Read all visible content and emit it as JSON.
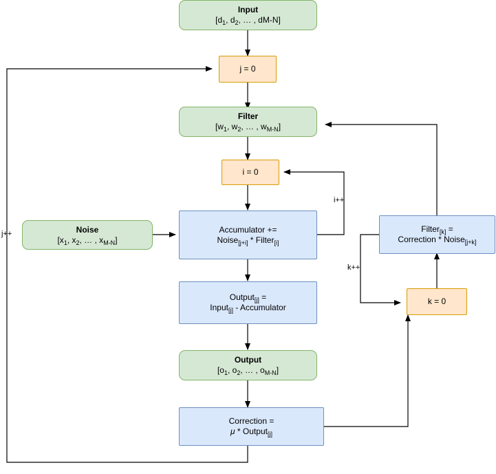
{
  "diagram": {
    "title": "LMS adaptive noise cancellation flowchart",
    "colors": {
      "green_fill": "#d5e8d4",
      "green_stroke": "#82b366",
      "orange_fill": "#ffe6cc",
      "orange_stroke": "#d79b00",
      "blue_fill": "#dae8fc",
      "blue_stroke": "#6c8ebf",
      "edge_stroke": "#000000",
      "background": "#ffffff"
    },
    "nodes": [
      {
        "id": "input",
        "shape": "rounded",
        "color": "green",
        "title": "Input",
        "lines": [
          "[d",
          "1",
          ", d",
          "2",
          ", … , dM-N]"
        ],
        "text_html": "<span class=\"ln ttl\">Input</span><span class=\"ln\">[d<sub>1</sub>, d<sub>2</sub>, … , dM-N]</span>"
      },
      {
        "id": "j-init",
        "shape": "rect",
        "color": "orange",
        "text_html": "<span class=\"ln\">j = 0</span>"
      },
      {
        "id": "filter",
        "shape": "rounded",
        "color": "green",
        "text_html": "<span class=\"ln ttl\">Filter</span><span class=\"ln\">[w<sub>1</sub>, w<sub>2</sub>, … , w<sub>M-N</sub>]</span>"
      },
      {
        "id": "i-init",
        "shape": "rect",
        "color": "orange",
        "text_html": "<span class=\"ln\">i = 0</span>"
      },
      {
        "id": "noise",
        "shape": "rounded",
        "color": "green",
        "text_html": "<span class=\"ln ttl\">Noise</span><span class=\"ln\">[x<sub>1</sub>, x<sub>2</sub>, … , x<sub>M-N</sub>]</span>"
      },
      {
        "id": "accumulator",
        "shape": "rect",
        "color": "blue",
        "text_html": "<span class=\"ln\">Accumulator +=</span><span class=\"ln\">Noise<sub>[j+i]</sub> * Filter<sub>[i]</sub></span>"
      },
      {
        "id": "output-calc",
        "shape": "rect",
        "color": "blue",
        "text_html": "<span class=\"ln\">Output<sub>[j]</sub> =</span><span class=\"ln\">Input<sub>[j]</sub> - Accumulator</span>"
      },
      {
        "id": "output",
        "shape": "rounded",
        "color": "green",
        "text_html": "<span class=\"ln ttl\">Output</span><span class=\"ln\">[o<sub>1</sub>, o<sub>2</sub>, … , o<sub>M-N</sub>]</span>"
      },
      {
        "id": "correction",
        "shape": "rect",
        "color": "blue",
        "text_html": "<span class=\"ln\">Correction =</span><span class=\"ln\"><i>μ</i> * Output<sub>[j]</sub></span>"
      },
      {
        "id": "filter-update",
        "shape": "rect",
        "color": "blue",
        "text_html": "<span class=\"ln\">Filter<sub>[k]</sub> =</span><span class=\"ln\">Correction * Noise<sub>[j+k]</sub></span>"
      },
      {
        "id": "k-init",
        "shape": "rect",
        "color": "orange",
        "text_html": "<span class=\"ln\">k = 0</span>"
      }
    ],
    "edge_labels": [
      {
        "id": "j-inc",
        "text": "j++"
      },
      {
        "id": "i-inc",
        "text": "i++"
      },
      {
        "id": "k-inc",
        "text": "k++"
      }
    ]
  }
}
